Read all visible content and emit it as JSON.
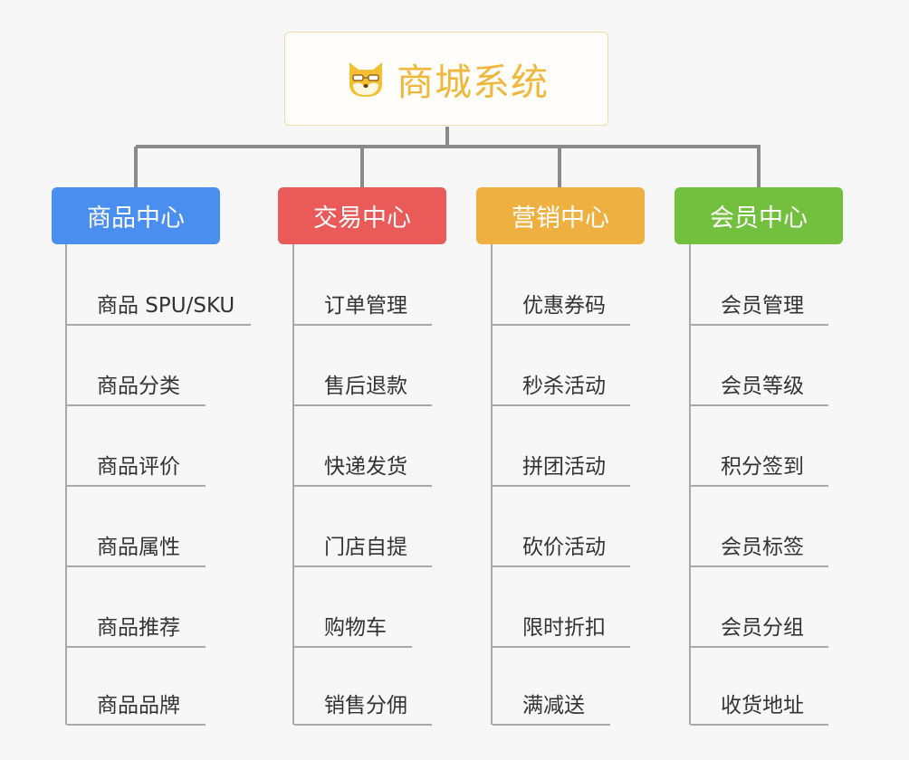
{
  "root": {
    "title": "商城系统",
    "icon": "dog-mascot-icon",
    "color": "#f0b73c"
  },
  "categories": [
    {
      "label": "商品中心",
      "color": "#4a8ff0",
      "items": [
        "商品 SPU/SKU",
        "商品分类",
        "商品评价",
        "商品属性",
        "商品推荐",
        "商品品牌"
      ]
    },
    {
      "label": "交易中心",
      "color": "#e95a58",
      "items": [
        "订单管理",
        "售后退款",
        "快递发货",
        "门店自提",
        "购物车",
        "销售分佣"
      ]
    },
    {
      "label": "营销中心",
      "color": "#efb042",
      "items": [
        "优惠券码",
        "秒杀活动",
        "拼团活动",
        "砍价活动",
        "限时折扣",
        "满减送"
      ]
    },
    {
      "label": "会员中心",
      "color": "#72c03e",
      "items": [
        "会员管理",
        "会员等级",
        "积分签到",
        "会员标签",
        "会员分组",
        "收货地址"
      ]
    }
  ]
}
